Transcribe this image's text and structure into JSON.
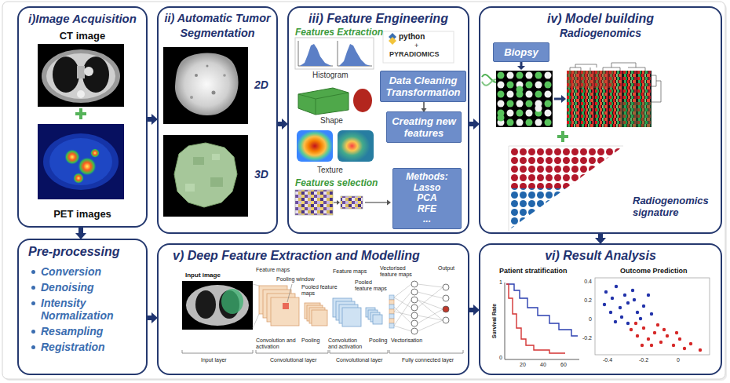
{
  "diagram": {
    "nodes": [
      {
        "text": [
          "i)Image Acquisition",
          "CT image",
          "PET images"
        ]
      },
      {
        "text": [
          "Pre-processing",
          "Conversion",
          "Denoising",
          "Intensity Normalization",
          "Resampling",
          "Registration"
        ]
      },
      {
        "text": [
          "ii) Automatic Tumor Segmentation",
          "2D",
          "3D"
        ]
      },
      {
        "text": [
          "iii) Feature Engineering",
          "Features Extraction",
          "Histogram",
          "Shape",
          "Texture",
          "Features selection"
        ]
      },
      {
        "text": [
          "Data Cleaning Transformation"
        ],
        "in": 3
      },
      {
        "text": [
          "Creating new features"
        ],
        "in": 3
      },
      {
        "text": [
          "Methods:",
          "Lasso",
          "PCA",
          "RFE",
          "..."
        ],
        "in": 3
      },
      {
        "text": [
          "iv) Model building",
          "Radiogenomics",
          "Radiogenomics signature"
        ]
      },
      {
        "text": [
          "Biopsy"
        ],
        "in": 7
      },
      {
        "text": [
          "v) Deep Feature Extraction and Modelling"
        ]
      },
      {
        "text": [
          "vi) Result Analysis",
          "Patient stratification",
          "Outcome Prediction"
        ]
      }
    ],
    "edges": [
      {
        "from": 0,
        "to": 1,
        "arrow": "to"
      },
      {
        "from": 0,
        "to": 2,
        "arrow": "to"
      },
      {
        "from": 2,
        "to": 3,
        "arrow": "to"
      },
      {
        "from": 4,
        "to": 5,
        "arrow": "to"
      },
      {
        "from": 3,
        "to": 7,
        "arrow": "to"
      },
      {
        "from": 1,
        "to": 9,
        "arrow": "to"
      },
      {
        "from": 7,
        "to": 10,
        "arrow": "to"
      },
      {
        "from": 9,
        "to": 10,
        "arrow": "to"
      }
    ],
    "labels": [
      "python",
      "+",
      "PYRADIOMICS",
      "Input image",
      "Feature maps",
      "Pooling window",
      "Pooled feature maps",
      "Feature maps",
      "Pooled feature maps",
      "Vectorised feature maps",
      "Output",
      "Convolution and activation",
      "Pooling",
      "Convolution and activation",
      "Pooling",
      "Vectorisation",
      "Input layer",
      "Convolutional layer",
      "Convolutional layer",
      "Fully connected layer",
      "Survival Rate",
      "1",
      "0",
      "20",
      "40",
      "60",
      "0.4",
      "0.2",
      "0",
      "-0.2",
      "-0.4",
      "-0.2",
      "0"
    ]
  }
}
